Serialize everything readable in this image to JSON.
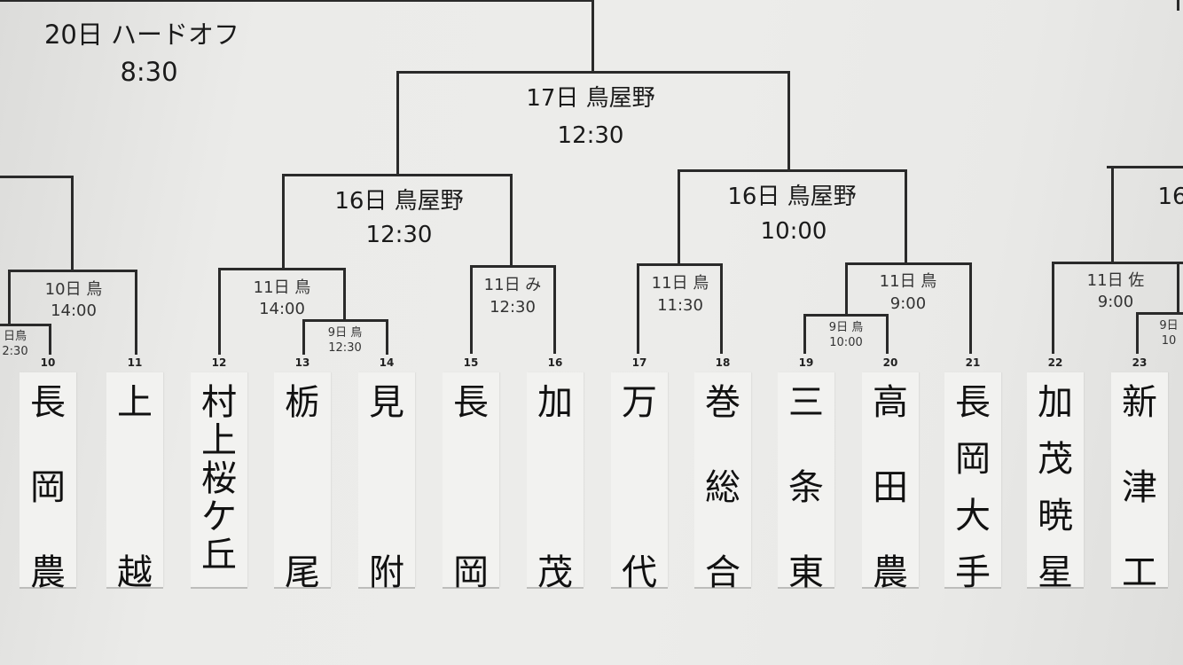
{
  "bracket": {
    "labels": [
      {
        "id": "r20",
        "day": "20日 ハードオフ",
        "time": "8:30"
      },
      {
        "id": "r17",
        "day": "17日 鳥屋野",
        "time": "12:30"
      },
      {
        "id": "r16a",
        "day": "16日 鳥屋野",
        "time": "12:30"
      },
      {
        "id": "r16b",
        "day": "16日 鳥屋野",
        "time": "10:00"
      },
      {
        "id": "r16c",
        "day": "16"
      },
      {
        "id": "r11a",
        "day": "10日 鳥",
        "time": "14:00"
      },
      {
        "id": "r11b",
        "day": "11日 鳥",
        "time": "14:00"
      },
      {
        "id": "r11c",
        "day": "11日 み",
        "time": "12:30"
      },
      {
        "id": "r11d",
        "day": "11日 鳥",
        "time": "11:30"
      },
      {
        "id": "r11e",
        "day": "11日 鳥",
        "time": "9:00"
      },
      {
        "id": "r11f",
        "day": "11日 佐",
        "time": "9:00"
      },
      {
        "id": "r9a",
        "day": "日鳥",
        "time": "2:30"
      },
      {
        "id": "r9b",
        "day": "9日 鳥",
        "time": "12:30"
      },
      {
        "id": "r9c",
        "day": "9日 鳥",
        "time": "10:00"
      },
      {
        "id": "r9d",
        "day": "9日",
        "time": "10"
      }
    ]
  },
  "teams": [
    {
      "seed": "10",
      "chars": [
        "長",
        "岡",
        "農"
      ]
    },
    {
      "seed": "11",
      "chars": [
        "上",
        "越"
      ]
    },
    {
      "seed": "12",
      "chars": [
        "村",
        "上",
        "桜",
        "ケ",
        "丘"
      ]
    },
    {
      "seed": "13",
      "chars": [
        "栃",
        "尾"
      ]
    },
    {
      "seed": "14",
      "chars": [
        "見",
        "附"
      ]
    },
    {
      "seed": "15",
      "chars": [
        "長",
        "岡"
      ]
    },
    {
      "seed": "16",
      "chars": [
        "加",
        "茂"
      ]
    },
    {
      "seed": "17",
      "chars": [
        "万",
        "代"
      ]
    },
    {
      "seed": "18",
      "chars": [
        "巻",
        "総",
        "合"
      ]
    },
    {
      "seed": "19",
      "chars": [
        "三",
        "条",
        "東"
      ]
    },
    {
      "seed": "20",
      "chars": [
        "高",
        "田",
        "農"
      ]
    },
    {
      "seed": "21",
      "chars": [
        "長",
        "岡",
        "大",
        "手"
      ]
    },
    {
      "seed": "22",
      "chars": [
        "加",
        "茂",
        "暁",
        "星"
      ]
    },
    {
      "seed": "23",
      "chars": [
        "新",
        "津",
        "工"
      ]
    }
  ]
}
